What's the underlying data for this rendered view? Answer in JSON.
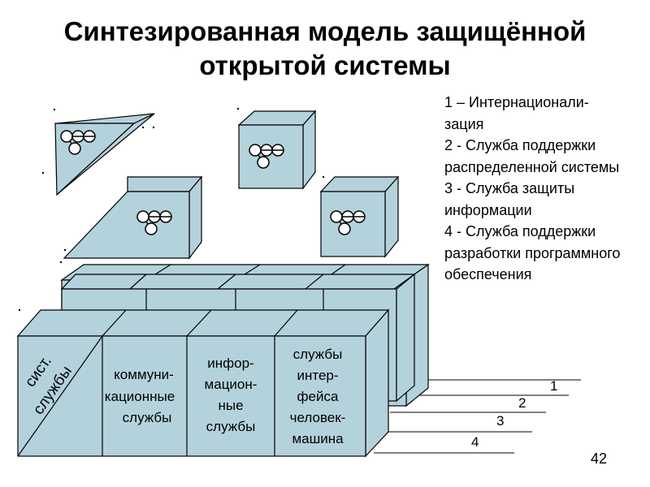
{
  "slide": {
    "title_line1": "Синтезированная модель защищённой",
    "title_line2": "открытой системы",
    "page_number": "42"
  },
  "legend": [
    "1 – Интернационали-\nзация",
    "2 - Служба поддержки распределенной системы",
    "3 - Служба защиты информации",
    "4 - Служба поддержки разработки программного обеспечения"
  ],
  "front_row": {
    "sys_services": [
      "сист.",
      "службы"
    ],
    "comm_services": [
      "коммуни-",
      "кационные",
      "службы"
    ],
    "info_services": [
      "инфор-",
      "мацион-",
      "ные",
      "службы"
    ],
    "interface_services": [
      "службы",
      "интер-",
      "фейса",
      "человек-",
      "машина"
    ]
  },
  "layer_labels": [
    "1",
    "2",
    "3",
    "4"
  ],
  "colors": {
    "box_fill": "#b4d2dc",
    "box_stroke": "#000000",
    "node_fill": "#ffffff"
  }
}
